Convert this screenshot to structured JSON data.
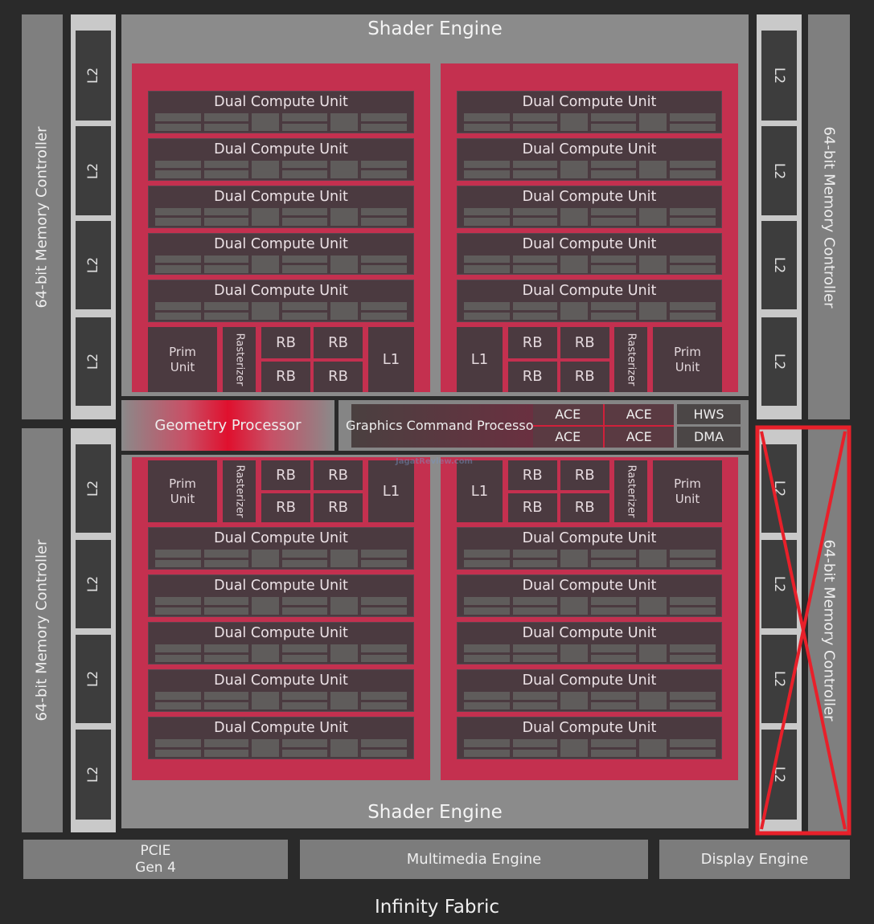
{
  "title_top": "Shader Engine",
  "title_bottom": "Shader Engine",
  "memory_controller": "64-bit Memory Controller",
  "l2": "L2",
  "dcu": "Dual Compute Unit",
  "prim_unit": "Prim Unit",
  "rasterizer": "Rasterizer",
  "rb": "RB",
  "l1": "L1",
  "geometry_processor": "Geometry Processor",
  "gcp": "Graphics Command Processor",
  "ace": "ACE",
  "hws": "HWS",
  "dma": "DMA",
  "pcie": "PCIE\nGen 4",
  "multimedia": "Multimedia Engine",
  "display": "Display Engine",
  "infinity_fabric": "Infinity Fabric",
  "watermark": "JagatReview.com",
  "colors": {
    "shader_red": "#c4304f",
    "disabled_mark": "#e8202a"
  }
}
